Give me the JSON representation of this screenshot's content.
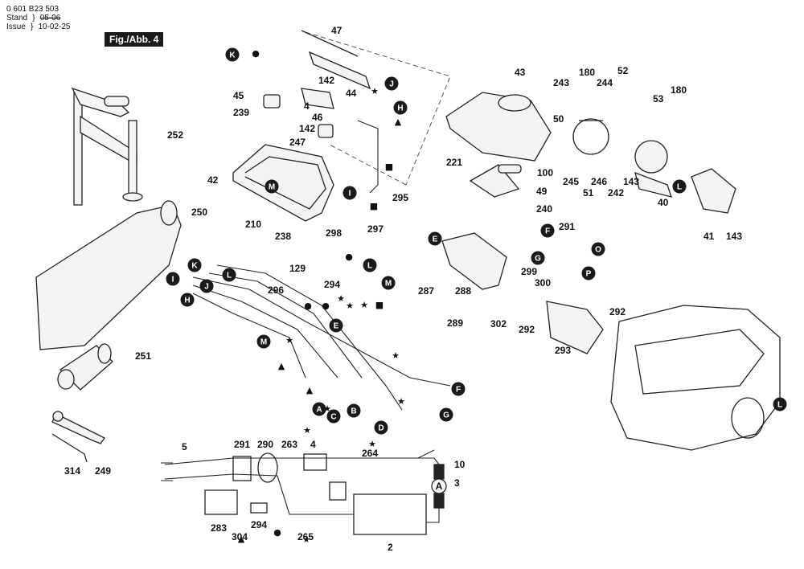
{
  "header": {
    "doc_number": "0 601 B23 503",
    "stand_label": "Stand",
    "issue_label": "Issue",
    "stand_struck": "05-06",
    "issue_date": "10-02-25",
    "figure": "Fig./Abb. 4"
  },
  "part_labels": [
    "47",
    "142",
    "44",
    "4",
    "46",
    "142",
    "45",
    "239",
    "247",
    "42",
    "210",
    "238",
    "252",
    "250",
    "251",
    "314",
    "249",
    "43",
    "243",
    "180",
    "244",
    "52",
    "53",
    "180",
    "50",
    "245",
    "51",
    "246",
    "242",
    "143",
    "40",
    "41",
    "143",
    "221",
    "100",
    "49",
    "240",
    "295",
    "297",
    "298",
    "291",
    "299",
    "300",
    "292",
    "293",
    "292",
    "287",
    "288",
    "289",
    "302",
    "129",
    "296",
    "294",
    "5",
    "291",
    "290",
    "263",
    "4",
    "264",
    "10",
    "3",
    "283",
    "304",
    "294",
    "265",
    "2"
  ],
  "circle_labels": [
    "K",
    "J",
    "H",
    "I",
    "M",
    "L",
    "K",
    "J",
    "I",
    "H",
    "M",
    "L",
    "M",
    "E",
    "F",
    "G",
    "A",
    "C",
    "B",
    "D",
    "E",
    "F",
    "G",
    "O",
    "P",
    "L",
    "L"
  ],
  "symbols": {
    "dot": "●",
    "triangle": "▲",
    "star": "★",
    "square": "■"
  },
  "legend_markers": [
    "★",
    "■",
    "▲",
    "●",
    "★",
    "★",
    "▲",
    "★",
    "●",
    "★",
    "▲",
    "●",
    "★"
  ],
  "motor_label": "A"
}
